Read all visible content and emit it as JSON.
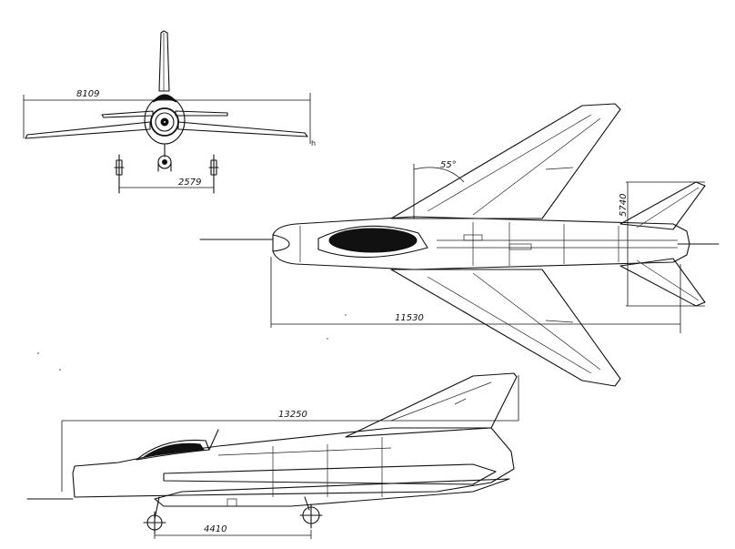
{
  "front_view": {
    "span_label": "8109",
    "track_label": "2579",
    "marker_label": "h"
  },
  "top_view": {
    "sweep_label": "55°",
    "length_label": "11530",
    "tail_span_label": "5740"
  },
  "side_view": {
    "length_label": "13250",
    "wheelbase_label": "4410"
  }
}
